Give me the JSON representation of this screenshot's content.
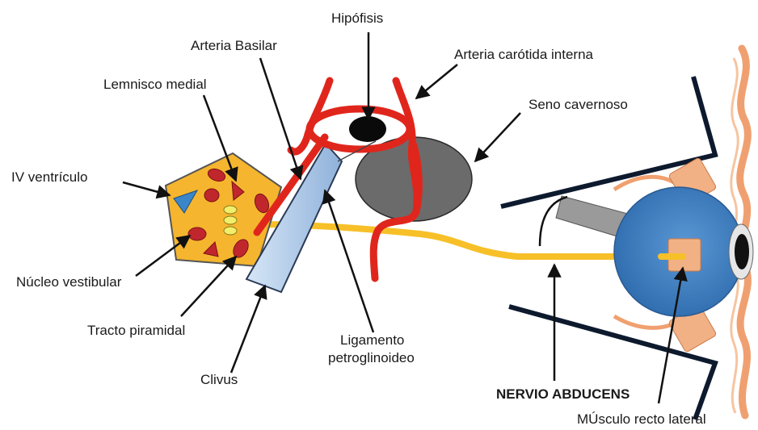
{
  "labels": {
    "hipofisis": "Hipófisis",
    "arteria_basilar": "Arteria Basilar",
    "arteria_carotida": "Arteria carótida interna",
    "lemnisco_medial": "Lemnisco medial",
    "seno_cavernoso": "Seno cavernoso",
    "iv_ventriculo": "IV ventrículo",
    "nucleo_vestibular": "Núcleo vestibular",
    "tracto_piramidal": "Tracto piramidal",
    "clivus": "Clivus",
    "ligamento_line1": "Ligamento",
    "ligamento_line2": "petroglinoideo",
    "nervio_abducens": "NERVIO ABDUCENS",
    "musculo_recto": "MÚsculo recto lateral"
  },
  "colors": {
    "brainstem": "#f5b52e",
    "nerve": "#f7c028",
    "artery": "#e0261c",
    "nuclei": "#c0272d",
    "ventricle": "#3b86c8",
    "clivus": "#a9c6e6",
    "sinus": "#6b6b6b",
    "eyeball": "#3d7fc4",
    "muscle": "#f2b184",
    "bone_orange": "#f0a070",
    "orbit": "#0d1a2e"
  }
}
